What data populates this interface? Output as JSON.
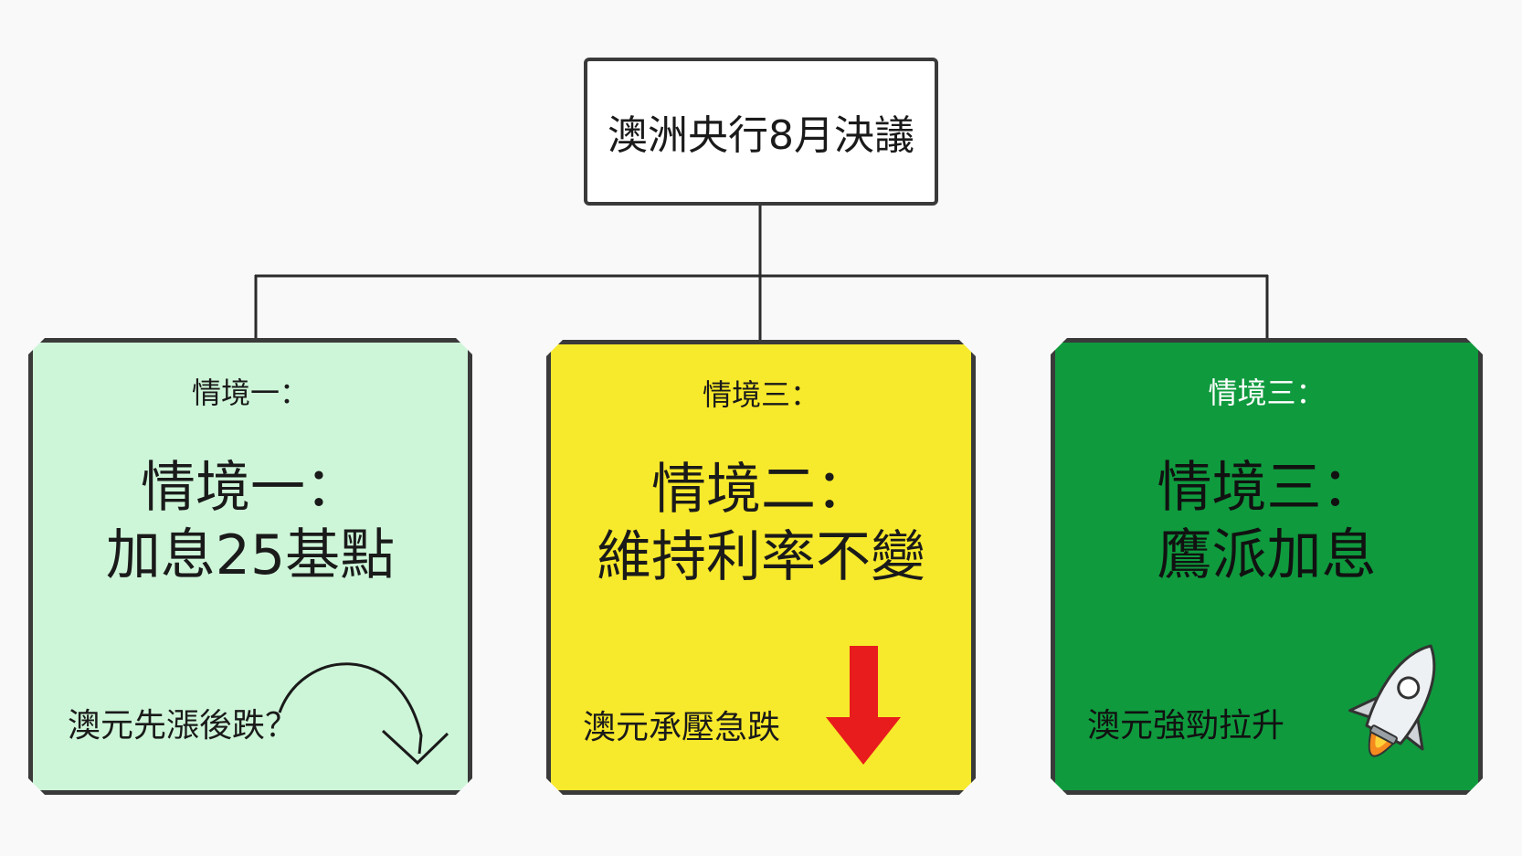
{
  "diagram": {
    "root": {
      "title": "澳洲央行8月決議"
    },
    "scenarios": [
      {
        "header": "情境一：",
        "title_line1": "情境一：",
        "title_line2": "加息25基點",
        "note": "澳元先漲後跌？",
        "bg_color": "#cdf6d8",
        "text_color": "#1a1a1a",
        "icon": "curved-down-arrow-icon"
      },
      {
        "header": "情境三：",
        "title_line1": "情境二：",
        "title_line2": "維持利率不變",
        "note": "澳元承壓急跌",
        "bg_color": "#f7e92b",
        "text_color": "#1a1a1a",
        "icon": "red-down-arrow-icon",
        "icon_color": "#e81c1c"
      },
      {
        "header": "情境三：",
        "title_line1": "情境三：",
        "title_line2": "鷹派加息",
        "note": "澳元強勁拉升",
        "bg_color": "#0f9a3e",
        "text_color": "#111111",
        "header_color": "#ffffff",
        "icon": "rocket-icon"
      }
    ],
    "connector_color": "#2b2b2b",
    "border_color": "#3a3a3a"
  }
}
